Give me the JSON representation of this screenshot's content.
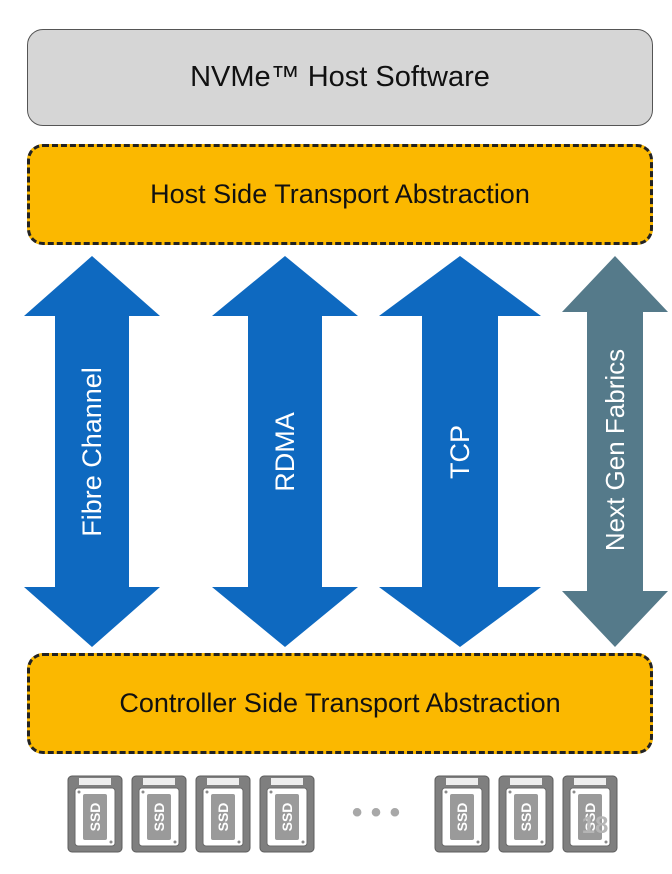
{
  "host_software": {
    "label": "NVMe™ Host Software",
    "fill": "#d6d6d6"
  },
  "host_transport": {
    "label": "Host Side Transport Abstraction",
    "fill": "#fbb800"
  },
  "controller_transport": {
    "label": "Controller Side Transport Abstraction",
    "fill": "#fbb800"
  },
  "transports": [
    {
      "label": "Fibre Channel",
      "color": "#0e69c0"
    },
    {
      "label": "RDMA",
      "color": "#0e69c0"
    },
    {
      "label": "TCP",
      "color": "#0e69c0"
    },
    {
      "label": "Next Gen Fabrics",
      "color": "#557a8a"
    }
  ],
  "drives": {
    "label": "SSD",
    "count_left": 4,
    "count_right": 3,
    "ellipsis": "• • •",
    "icon": "ssd-icon"
  },
  "page_number": "18"
}
